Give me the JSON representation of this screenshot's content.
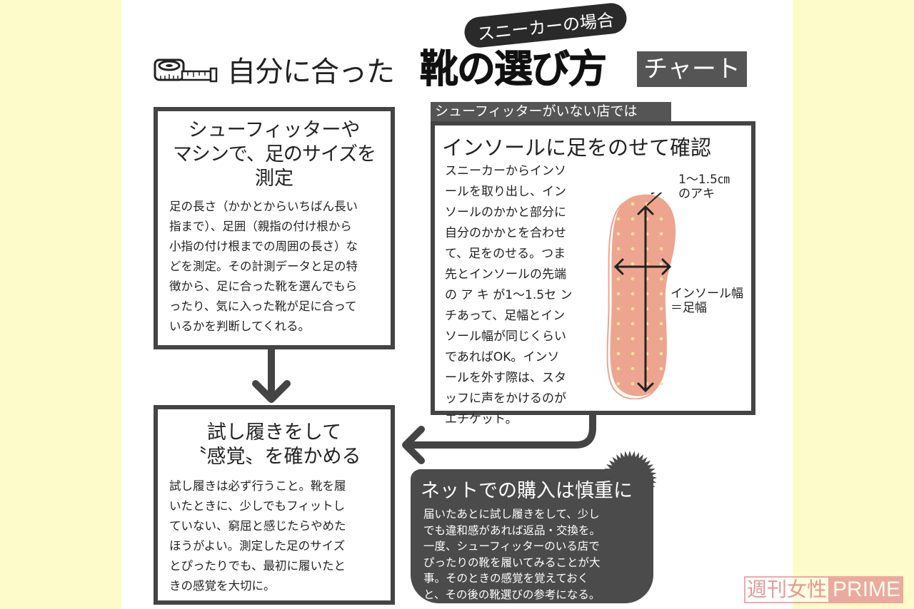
{
  "header": {
    "subtitle": "スニーカーの場合",
    "title_prefix": "自分に合った",
    "title_bold": "靴の選び方",
    "title_tag": "チャート",
    "icon": "tape-measure-icon"
  },
  "box1": {
    "title_lines": [
      "シューフィッターや",
      "マシンで、足のサイズを",
      "測定"
    ],
    "body_lines": [
      "足の長さ（かかとからいちばん長い",
      "指まで）、足囲（親指の付け根から",
      "小指の付け根までの周囲の長さ）な",
      "どを測定。その計測データと足の特",
      "徴から、足に合った靴を選んでもら",
      "ったり、気に入った靴が足に合って",
      "いるかを判断してくれる。"
    ]
  },
  "box2": {
    "title_lines": [
      "試し履きをして",
      "〝感覚〟を確かめる"
    ],
    "body_lines": [
      "試し履きは必ず行うこと。靴を履",
      "いたときに、少しでもフィットし",
      "ていない、窮屈と感じたらやめた",
      "ほうがよい。測定した足のサイズ",
      "とぴったりでも、最初に履いたと",
      "きの感覚を大切に。"
    ]
  },
  "box3": {
    "tab": "シューフィッターがいない店では",
    "title": "インソールに足をのせて確認",
    "body_lines": [
      "スニーカーからインソ",
      "ールを取り出し、イン",
      "ソールのかかと部分に",
      "自分のかかとを合わせ",
      "て、足をのせる。つま",
      "先とインソールの先端",
      "の ア キ が1〜1.5セ ン",
      "チあって、足幅とイン",
      "ソール幅が同じくらい",
      "であればOK。インソ",
      "ールを外す際は、スタ",
      "ッフに声をかけるのが",
      "エチケット。"
    ],
    "label_gap": [
      "1〜1.5㎝",
      "のアキ"
    ],
    "label_width": [
      "インソール幅",
      "＝足幅"
    ],
    "insole_color": "#eda58f",
    "dot_color": "#f3e39a"
  },
  "bubble": {
    "title": "ネットでの購入は慎重に",
    "body_lines": [
      "届いたあとに試し履きをして、少し",
      "でも違和感があれば返品・交換を。",
      "一度、シューフィッターのいる店で",
      "ぴったりの靴を履いてみることが大",
      "事。そのときの感覚を覚えておく",
      "と、その後の靴選びの参考になる。"
    ]
  },
  "watermark": {
    "part1": "週刊女性",
    "part2": "PRIME"
  },
  "colors": {
    "side_bg": "#fdfbc9",
    "border": "#444444",
    "bubble": "#4b4b4b",
    "watermark": "#e58f8f"
  }
}
